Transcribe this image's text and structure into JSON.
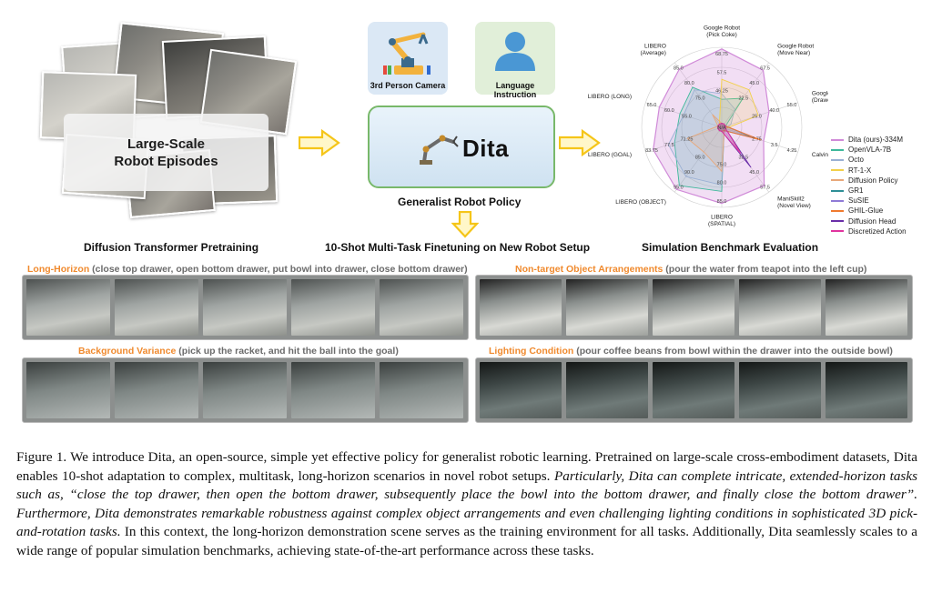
{
  "figure": {
    "pretrain_card": "Large-Scale Robot Episodes",
    "pretrain_title": "Diffusion Transformer Pretraining",
    "camera_label": "3rd Person Camera",
    "language_label": "Language Instruction",
    "model_name": "Dita",
    "policy_title": "Generalist Robot Policy",
    "finetune_title": "10-Shot Multi-Task Finetuning on New Robot Setup",
    "sim_title": "Simulation Benchmark Evaluation"
  },
  "strips": {
    "long_horizon": {
      "head": "Long-Horizon",
      "detail": " (close top drawer, open bottom drawer, put bowl into drawer, close bottom drawer)"
    },
    "nontarget": {
      "head": "Non-target Object Arrangements",
      "detail": " (pour the water from teapot into the left cup)"
    },
    "background": {
      "head": "Background Variance",
      "detail": " (pick up the racket, and hit the ball into the goal)"
    },
    "lighting": {
      "head": "Lighting Condition",
      "detail": " (pour coffee beans from bowl within the drawer into the outside bowl)"
    }
  },
  "colors": {
    "accent_orange": "#f08a2e",
    "arrow_yellow": "#f5c518",
    "policy_border": "#78b86a"
  },
  "chart_data": {
    "type": "radar",
    "axes": [
      {
        "label": [
          "Google Robot",
          "(Pick Coke)"
        ],
        "ticks": [
          "68.75",
          "57.5",
          "46.25"
        ]
      },
      {
        "label": [
          "Google Robot",
          "(Move Near)"
        ],
        "ticks": [
          "67.5",
          "45.0",
          "22.5"
        ]
      },
      {
        "label": [
          "Google Robot",
          "(Drawer)"
        ],
        "ticks": [
          "55.0",
          "40.0",
          "25.0"
        ]
      },
      {
        "label": [
          "Calvin (ABC->D)"
        ],
        "ticks": [
          "4.25",
          "3.5",
          "2.75"
        ]
      },
      {
        "label": [
          "ManiSkill2",
          "(Novel View)"
        ],
        "ticks": [
          "57.5",
          "45.0",
          "32.5"
        ]
      },
      {
        "label": [
          "LIBERO",
          "(SPATIAL)"
        ],
        "ticks": [
          "85.0",
          "80.0",
          "75.0"
        ]
      },
      {
        "label": [
          "LIBERO (OBJECT)"
        ],
        "ticks": [
          "95.0",
          "90.0",
          "85.0"
        ]
      },
      {
        "label": [
          "LIBERO (GOAL)"
        ],
        "ticks": [
          "83.75",
          "77.5",
          "71.25"
        ]
      },
      {
        "label": [
          "LIBERO (LONG)"
        ],
        "ticks": [
          "65.0",
          "60.0",
          "55.0"
        ]
      },
      {
        "label": [
          "LIBERO",
          "(Average)"
        ],
        "ticks": [
          "85.0",
          "80.0",
          "75.0"
        ]
      }
    ],
    "center_label": "N/A",
    "series": [
      {
        "name": "Dita (ours)-334M",
        "color": "#d08ad8",
        "values": [
          0.98,
          0.88,
          0.62,
          0.55,
          0.9,
          0.95,
          0.96,
          0.9,
          0.82,
          0.9
        ]
      },
      {
        "name": "OpenVLA-7B",
        "color": "#3db89a",
        "values": [
          0.35,
          0.45,
          0.05,
          0.05,
          0.05,
          0.8,
          0.9,
          0.62,
          0.55,
          0.62
        ]
      },
      {
        "name": "Octo",
        "color": "#9ab0d4",
        "values": [
          0.42,
          0.28,
          0.12,
          0.05,
          0.05,
          0.72,
          0.76,
          0.7,
          0.5,
          0.58
        ]
      },
      {
        "name": "RT-1-X",
        "color": "#f2d04a",
        "values": [
          0.6,
          0.58,
          0.48,
          0.05,
          0.05,
          0.05,
          0.05,
          0.05,
          0.05,
          0.05
        ]
      },
      {
        "name": "Diffusion Policy",
        "color": "#e8a87a",
        "values": [
          0.05,
          0.05,
          0.05,
          0.05,
          0.05,
          0.55,
          0.38,
          0.45,
          0.05,
          0.2
        ]
      },
      {
        "name": "GR1",
        "color": "#2f8f96",
        "values": [
          0.05,
          0.05,
          0.05,
          0.4,
          0.05,
          0.05,
          0.05,
          0.05,
          0.05,
          0.05
        ]
      },
      {
        "name": "SuSIE",
        "color": "#8f7ad6",
        "values": [
          0.05,
          0.05,
          0.05,
          0.48,
          0.05,
          0.05,
          0.05,
          0.05,
          0.05,
          0.05
        ]
      },
      {
        "name": "GHIL-Glue",
        "color": "#f07a2e",
        "values": [
          0.05,
          0.05,
          0.05,
          0.52,
          0.05,
          0.05,
          0.05,
          0.05,
          0.05,
          0.05
        ]
      },
      {
        "name": "Diffusion Head",
        "color": "#6a2ea8",
        "values": [
          0.05,
          0.05,
          0.05,
          0.05,
          0.62,
          0.05,
          0.05,
          0.05,
          0.05,
          0.05
        ]
      },
      {
        "name": "Discretized Action",
        "color": "#e0339e",
        "values": [
          0.05,
          0.05,
          0.05,
          0.05,
          0.4,
          0.05,
          0.05,
          0.05,
          0.05,
          0.05
        ]
      }
    ]
  },
  "caption": {
    "p1": "Figure 1.  We introduce Dita, an open-source, simple yet effective policy for generalist robotic learning. Pretrained on large-scale cross-embodiment datasets, Dita enables 10-shot adaptation to complex, multitask, long-horizon scenarios in novel robot setups. ",
    "p2": "Particularly, Dita can complete intricate, extended-horizon tasks such as, “close the top drawer, then open the bottom drawer, subsequently place the bowl into the bottom drawer, and finally close the bottom drawer”. Furthermore, Dita demonstrates remarkable robustness against complex object arrangements and even challenging lighting conditions in sophisticated 3D pick-and-rotation tasks.",
    "p3": " In this context, the long-horizon demonstration scene serves as the training environment for all tasks. Additionally, Dita seamlessly scales to a wide range of popular simulation benchmarks, achieving state-of-the-art performance across these tasks."
  }
}
